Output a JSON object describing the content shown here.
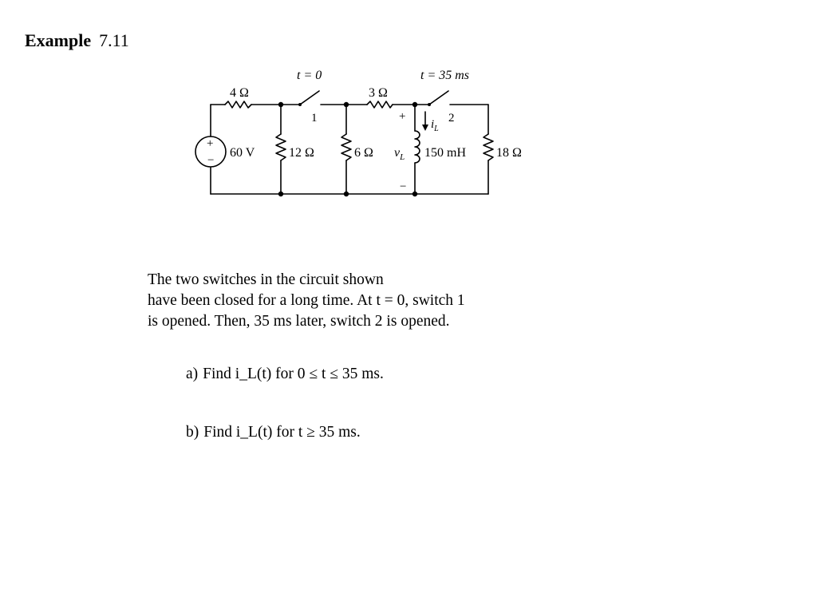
{
  "heading": {
    "word": "Example",
    "number": "7.11"
  },
  "circuit": {
    "switch1_time": "t = 0",
    "switch1_label": "1",
    "switch2_time": "t = 35 ms",
    "switch2_label": "2",
    "r1": "4 Ω",
    "r2": "3 Ω",
    "source": "60 V",
    "source_plus": "+",
    "source_minus": "−",
    "r3": "12 Ω",
    "r4": "6 Ω",
    "vl": "v",
    "vl_sub": "L",
    "vl_plus": "+",
    "vl_minus": "−",
    "il": "i",
    "il_sub": "L",
    "inductor": "150 mH",
    "r5": "18 Ω"
  },
  "problem": {
    "lines": [
      "The two switches in the circuit shown",
      "have been closed for a long time.  At t = 0, switch 1",
      "is opened.  Then, 35 ms later, switch 2 is opened."
    ]
  },
  "questions": [
    {
      "label": "a)",
      "text": "Find i_L(t) for 0 ≤ t ≤ 35 ms."
    },
    {
      "label": "b)",
      "text": "Find i_L(t) for t ≥ 35 ms."
    }
  ]
}
